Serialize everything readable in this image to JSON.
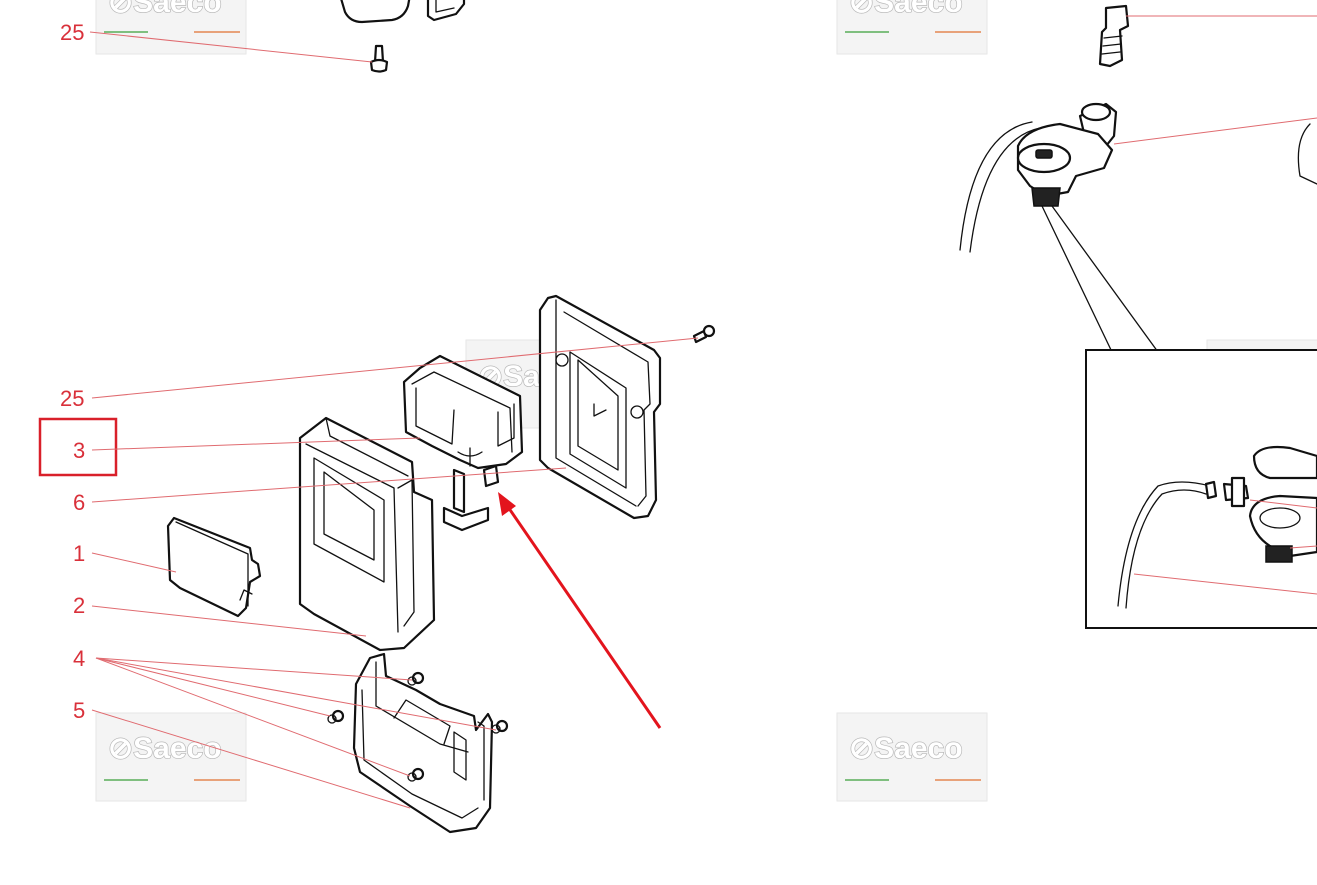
{
  "watermark": {
    "brand": "Saeco",
    "logo_mark": "⊘"
  },
  "callouts": [
    {
      "id": "c25-top",
      "label": "25"
    },
    {
      "id": "c25",
      "label": "25"
    },
    {
      "id": "c3",
      "label": "3"
    },
    {
      "id": "c6",
      "label": "6"
    },
    {
      "id": "c1",
      "label": "1"
    },
    {
      "id": "c2",
      "label": "2"
    },
    {
      "id": "c4",
      "label": "4"
    },
    {
      "id": "c5",
      "label": "5"
    }
  ],
  "highlighted_callout": "3",
  "colors": {
    "callout": "#d9303a",
    "leader": "#e06b70",
    "highlight": "#d9202a",
    "pointer_arrow": "#e3141d",
    "line_art": "#111111"
  }
}
